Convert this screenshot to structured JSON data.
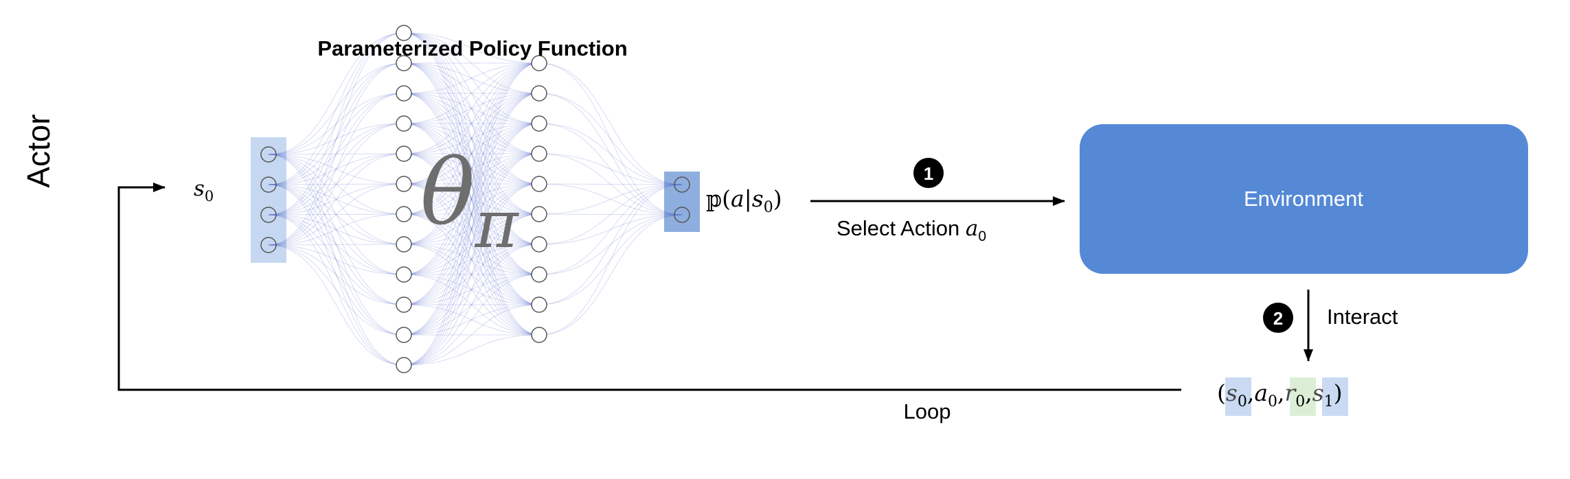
{
  "side_label": "Actor",
  "network": {
    "title": "Parameterized Policy Function",
    "theta_symbol": "θ",
    "theta_subscript": "π",
    "layers": [
      4,
      12,
      10,
      2
    ]
  },
  "input_state": {
    "symbol": "s",
    "subscript": "0"
  },
  "output_prob": {
    "prefix": "𝕡(",
    "var": "a",
    "bar": "|",
    "state": "s",
    "subscript": "0",
    "suffix": ")"
  },
  "step1": {
    "badge": "1",
    "label": "Select Action ",
    "var": "a",
    "subscript": "0"
  },
  "environment": {
    "label": "Environment"
  },
  "step2": {
    "badge": "2",
    "label": "Interact"
  },
  "transition": {
    "open": "(",
    "close": ")",
    "items": [
      {
        "symbol": "s",
        "subscript": "0"
      },
      {
        "symbol": "a",
        "subscript": "0"
      },
      {
        "symbol": "r",
        "subscript": "0"
      },
      {
        "symbol": "s",
        "subscript": "1"
      }
    ]
  },
  "loop_label": "Loop",
  "colors": {
    "environment_fill": "#5589d6",
    "input_layer_fill": "#c6d8f1",
    "output_layer_fill": "#8eaedf",
    "state_highlight": "#c9daf2",
    "reward_highlight": "#dcefd6",
    "edge_color": "#4a5fc9",
    "node_stroke": "#555555",
    "theta_color": "#6e6e6e",
    "badge_fill": "#000000"
  }
}
